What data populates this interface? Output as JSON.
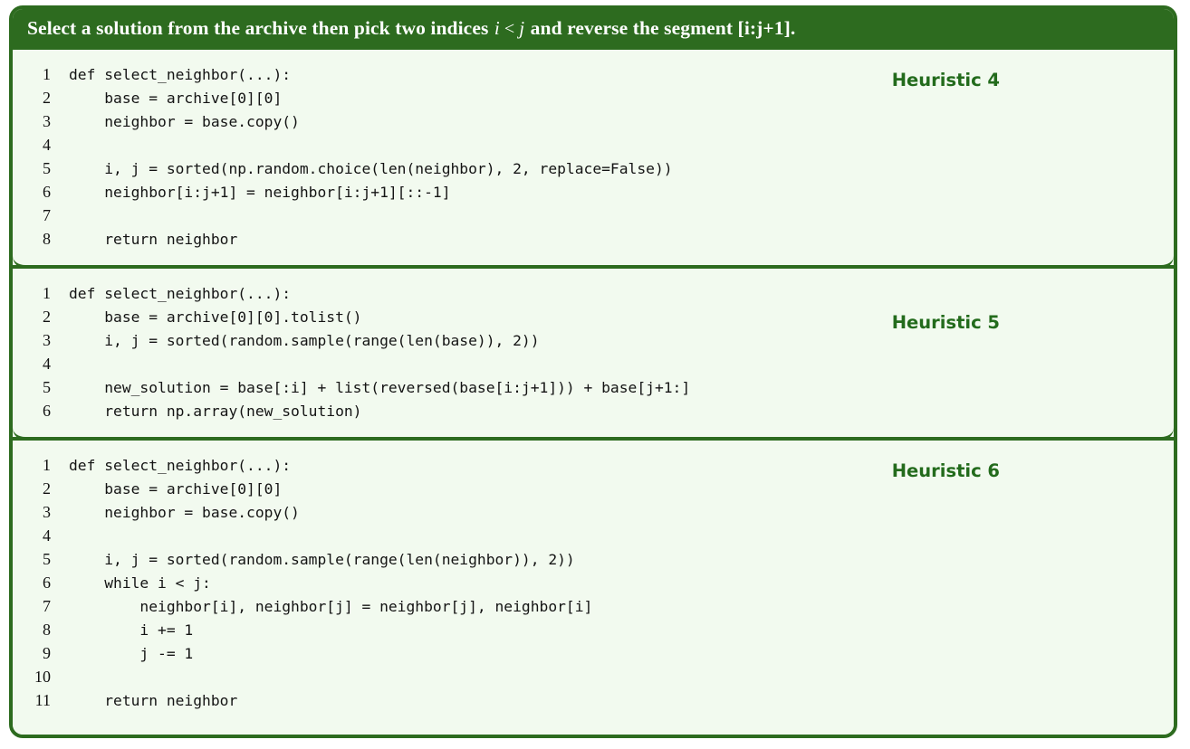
{
  "figure": {
    "caption": {
      "prefix": "Select a solution from the archive then pick two indices ",
      "math_var_1": "i",
      "math_rel": "<",
      "math_var_2": "j",
      "suffix": " and reverse the segment [i:j+1]."
    },
    "colors": {
      "accent_green": "#2d6b1f",
      "panel_background": "#f2faef",
      "label_green": "#236b1c",
      "caption_text": "#ffffff",
      "code_text": "#141414"
    },
    "blocks": [
      {
        "label": "Heuristic 4",
        "label_row": 2,
        "lines": [
          {
            "n": "1",
            "code": "def select_neighbor(...):"
          },
          {
            "n": "2",
            "code": "    base = archive[0][0]"
          },
          {
            "n": "3",
            "code": "    neighbor = base.copy()"
          },
          {
            "n": "4",
            "code": ""
          },
          {
            "n": "5",
            "code": "    i, j = sorted(np.random.choice(len(neighbor), 2, replace=False))"
          },
          {
            "n": "6",
            "code": "    neighbor[i:j+1] = neighbor[i:j+1][::-1]"
          },
          {
            "n": "7",
            "code": ""
          },
          {
            "n": "8",
            "code": "    return neighbor"
          }
        ]
      },
      {
        "label": "Heuristic 5",
        "label_row": 3,
        "lines": [
          {
            "n": "1",
            "code": "def select_neighbor(...):"
          },
          {
            "n": "2",
            "code": "    base = archive[0][0].tolist()"
          },
          {
            "n": "3",
            "code": "    i, j = sorted(random.sample(range(len(base)), 2))"
          },
          {
            "n": "4",
            "code": ""
          },
          {
            "n": "5",
            "code": "    new_solution = base[:i] + list(reversed(base[i:j+1])) + base[j+1:]"
          },
          {
            "n": "6",
            "code": "    return np.array(new_solution)"
          }
        ]
      },
      {
        "label": "Heuristic 6",
        "label_row": 2,
        "lines": [
          {
            "n": "1",
            "code": "def select_neighbor(...):"
          },
          {
            "n": "2",
            "code": "    base = archive[0][0]"
          },
          {
            "n": "3",
            "code": "    neighbor = base.copy()"
          },
          {
            "n": "4",
            "code": ""
          },
          {
            "n": "5",
            "code": "    i, j = sorted(random.sample(range(len(neighbor)), 2))"
          },
          {
            "n": "6",
            "code": "    while i < j:"
          },
          {
            "n": "7",
            "code": "        neighbor[i], neighbor[j] = neighbor[j], neighbor[i]"
          },
          {
            "n": "8",
            "code": "        i += 1"
          },
          {
            "n": "9",
            "code": "        j -= 1"
          },
          {
            "n": "10",
            "code": ""
          },
          {
            "n": "11",
            "code": "    return neighbor"
          }
        ]
      }
    ]
  }
}
